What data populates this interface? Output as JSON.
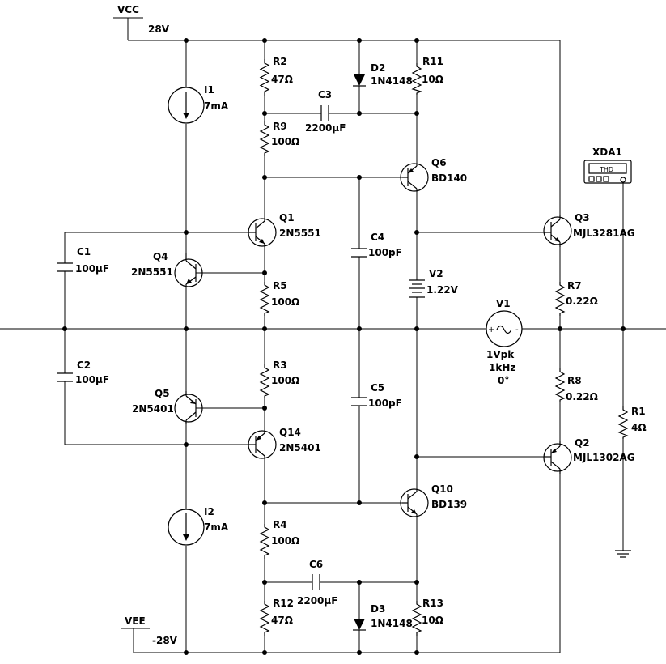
{
  "supplies": {
    "vcc": {
      "name": "VCC",
      "value": "28V"
    },
    "vee": {
      "name": "VEE",
      "value": "-28V"
    }
  },
  "components": {
    "i1": {
      "ref": "I1",
      "value": "7mA"
    },
    "i2": {
      "ref": "I2",
      "value": "7mA"
    },
    "r2": {
      "ref": "R2",
      "value": "47Ω"
    },
    "r9": {
      "ref": "R9",
      "value": "100Ω"
    },
    "r5": {
      "ref": "R5",
      "value": "100Ω"
    },
    "r3": {
      "ref": "R3",
      "value": "100Ω"
    },
    "r4": {
      "ref": "R4",
      "value": "100Ω"
    },
    "r12": {
      "ref": "R12",
      "value": "47Ω"
    },
    "r11": {
      "ref": "R11",
      "value": "10Ω"
    },
    "r13": {
      "ref": "R13",
      "value": "10Ω"
    },
    "r7": {
      "ref": "R7",
      "value": "0.22Ω"
    },
    "r8": {
      "ref": "R8",
      "value": "0.22Ω"
    },
    "r1": {
      "ref": "R1",
      "value": "4Ω"
    },
    "c1": {
      "ref": "C1",
      "value": "100µF"
    },
    "c2": {
      "ref": "C2",
      "value": "100µF"
    },
    "c3": {
      "ref": "C3",
      "value": "2200µF"
    },
    "c6": {
      "ref": "C6",
      "value": "2200µF"
    },
    "c4": {
      "ref": "C4",
      "value": "100pF"
    },
    "c5": {
      "ref": "C5",
      "value": "100pF"
    },
    "d2": {
      "ref": "D2",
      "value": "1N4148"
    },
    "d3": {
      "ref": "D3",
      "value": "1N4148"
    },
    "q1": {
      "ref": "Q1",
      "value": "2N5551"
    },
    "q4": {
      "ref": "Q4",
      "value": "2N5551"
    },
    "q5": {
      "ref": "Q5",
      "value": "2N5401"
    },
    "q14": {
      "ref": "Q14",
      "value": "2N5401"
    },
    "q6": {
      "ref": "Q6",
      "value": "BD140"
    },
    "q10": {
      "ref": "Q10",
      "value": "BD139"
    },
    "q3": {
      "ref": "Q3",
      "value": "MJL3281AG"
    },
    "q2": {
      "ref": "Q2",
      "value": "MJL1302AG"
    },
    "v2": {
      "ref": "V2",
      "value": "1.22V"
    },
    "v1": {
      "ref": "V1",
      "amplitude": "1Vpk",
      "frequency": "1kHz",
      "phase": "0°"
    }
  },
  "instrument": {
    "ref": "XDA1",
    "display": "THD"
  }
}
